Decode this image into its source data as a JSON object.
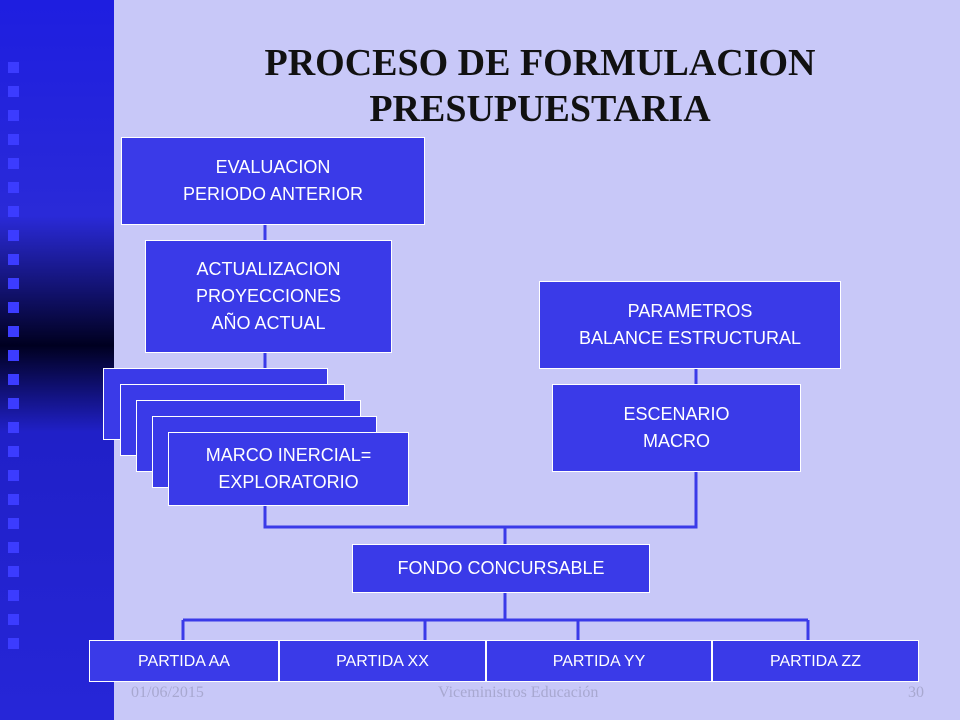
{
  "title": {
    "line1": "PROCESO DE FORMULACION",
    "line2": "PRESUPUESTARIA"
  },
  "nodes": {
    "evaluacion": [
      "EVALUACION",
      "PERIODO ANTERIOR"
    ],
    "actualizacion": [
      "ACTUALIZACION",
      "PROYECCIONES",
      "AÑO ACTUAL"
    ],
    "marco": [
      "MARCO INERCIAL=",
      "EXPLORATORIO"
    ],
    "parametros": [
      "PARAMETROS",
      "BALANCE ESTRUCTURAL"
    ],
    "escenario": [
      "ESCENARIO",
      "MACRO"
    ],
    "fondo": "FONDO CONCURSABLE",
    "partidas": [
      "PARTIDA AA",
      "PARTIDA XX",
      "PARTIDA YY",
      "PARTIDA ZZ"
    ]
  },
  "footer": {
    "date": "01/06/2015",
    "center": "Viceministros Educación",
    "page": "30"
  },
  "colors": {
    "box": "#3a3ae8",
    "connector": "#3a3ae8",
    "background": "#c8c8f8"
  }
}
